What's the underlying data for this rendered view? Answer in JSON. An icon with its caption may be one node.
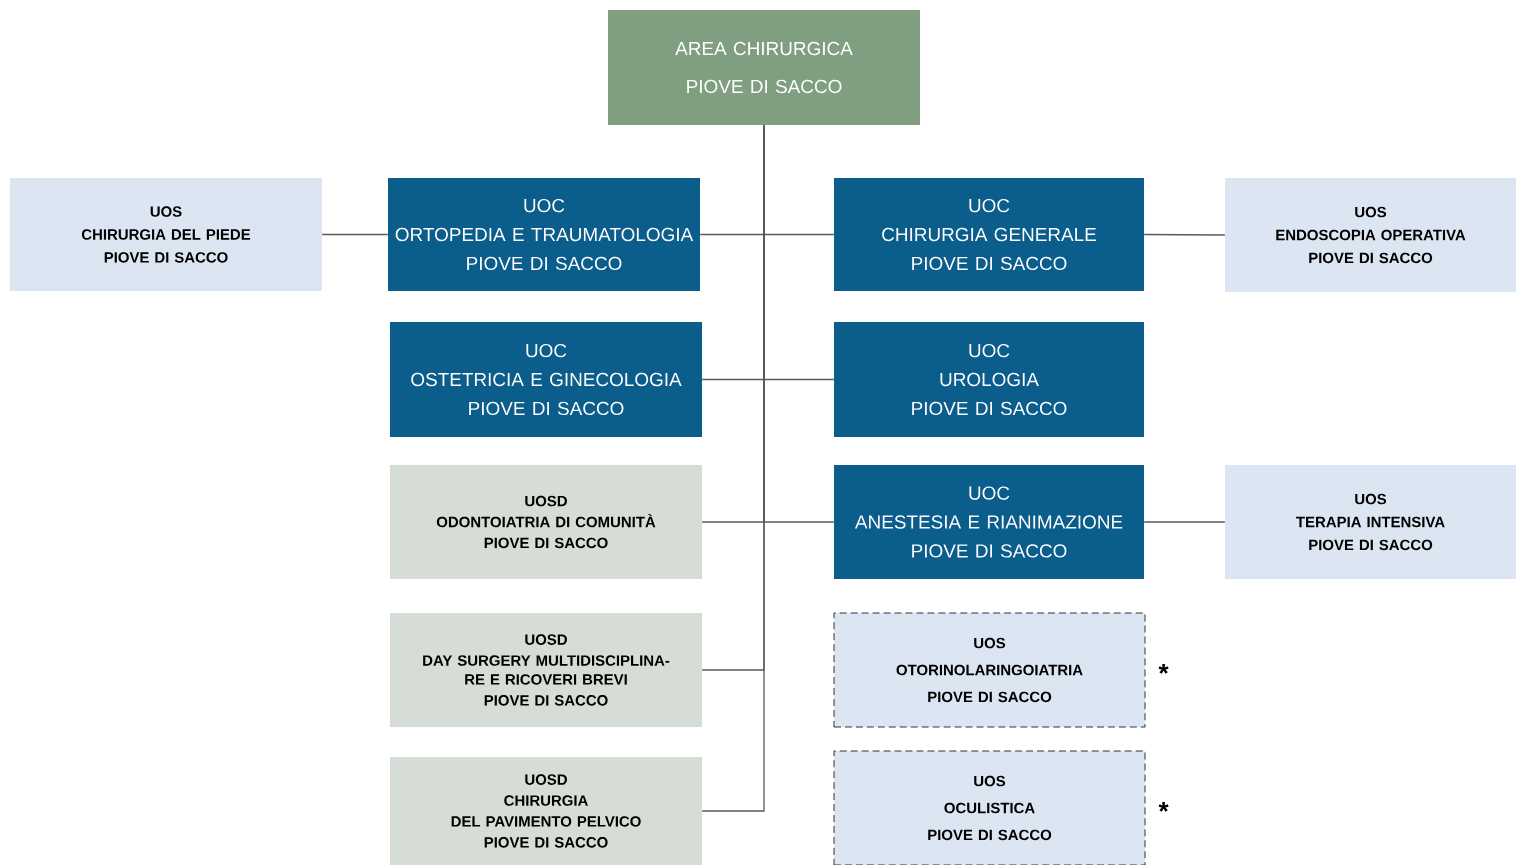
{
  "diagram": {
    "nodes": [
      {
        "text": [
          "AREA CHIRURGICA",
          "PIOVE DI SACCO"
        ]
      },
      {
        "text": [
          "UOS",
          "CHIRURGIA DEL PIEDE",
          "PIOVE DI SACCO"
        ]
      },
      {
        "text": [
          "UOC",
          "ORTOPEDIA E TRAUMATOLOGIA",
          "PIOVE DI SACCO"
        ]
      },
      {
        "text": [
          "UOC",
          "CHIRURGIA GENERALE",
          "PIOVE DI SACCO"
        ]
      },
      {
        "text": [
          "UOS",
          "ENDOSCOPIA OPERATIVA",
          "PIOVE DI SACCO"
        ]
      },
      {
        "text": [
          "UOC",
          "OSTETRICIA E GINECOLOGIA",
          "PIOVE DI SACCO"
        ]
      },
      {
        "text": [
          "UOC",
          "UROLOGIA",
          "PIOVE DI SACCO"
        ]
      },
      {
        "text": [
          "UOSD",
          "ODONTOIATRIA DI COMUNITÀ",
          "PIOVE DI SACCO"
        ]
      },
      {
        "text": [
          "UOC",
          "ANESTESIA E RIANIMAZIONE",
          "PIOVE DI SACCO"
        ]
      },
      {
        "text": [
          "UOS",
          "TERAPIA INTENSIVA",
          "PIOVE DI SACCO"
        ]
      },
      {
        "text": [
          "UOSD",
          "DAY SURGERY MULTIDISCIPLINA- RE E RICOVERI BREVI",
          "PIOVE DI SACCO"
        ]
      },
      {
        "text": [
          "UOS",
          "OTORINOLARINGOIATRIA",
          "PIOVE DI SACCO"
        ],
        "beside": [
          "*"
        ]
      },
      {
        "text": [
          "UOSD",
          "CHIRURGIA",
          "DEL PAVIMENTO PELVICO",
          "PIOVE DI SACCO"
        ]
      },
      {
        "text": [
          "UOS",
          "OCULISTICA",
          "PIOVE DI SACCO"
        ],
        "beside": [
          "*"
        ]
      }
    ],
    "edges": [
      {
        "from": 0,
        "to": 2,
        "arrow": "none"
      },
      {
        "from": 0,
        "to": 3,
        "arrow": "none"
      },
      {
        "from": 0,
        "to": 5,
        "arrow": "none"
      },
      {
        "from": 0,
        "to": 6,
        "arrow": "none"
      },
      {
        "from": 0,
        "to": 7,
        "arrow": "none"
      },
      {
        "from": 0,
        "to": 8,
        "arrow": "none"
      },
      {
        "from": 0,
        "to": 10,
        "arrow": "none"
      },
      {
        "from": 0,
        "to": 12,
        "arrow": "none"
      },
      {
        "from": 2,
        "to": 1,
        "arrow": "none"
      },
      {
        "from": 3,
        "to": 4,
        "arrow": "none"
      },
      {
        "from": 8,
        "to": 9,
        "arrow": "none"
      }
    ]
  }
}
